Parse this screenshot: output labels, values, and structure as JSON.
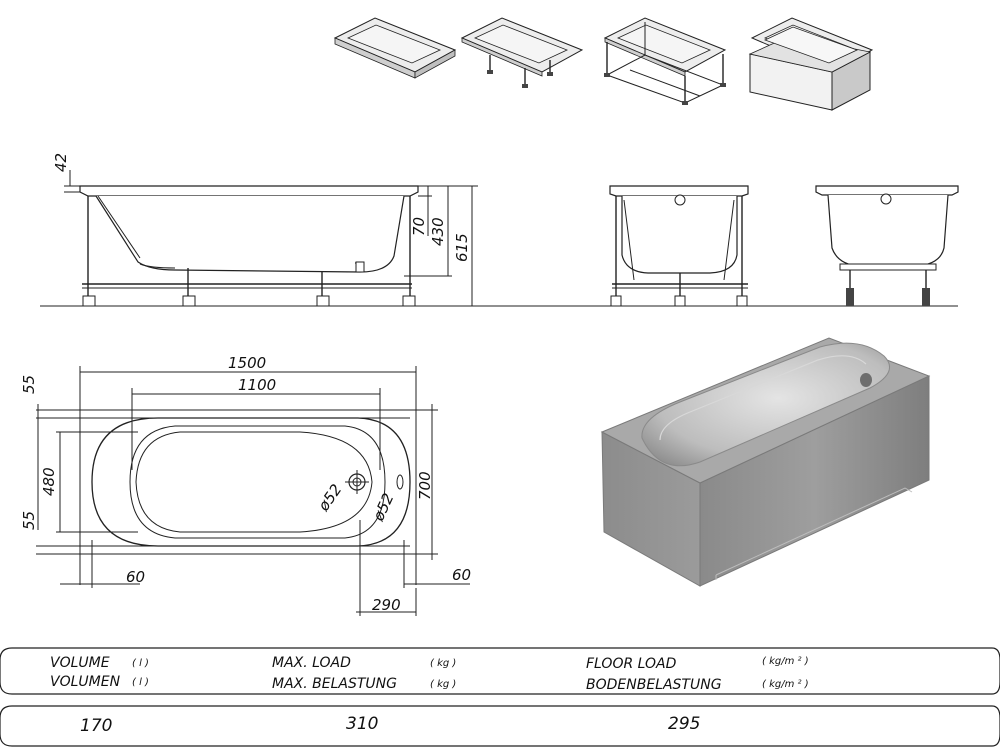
{
  "dimensions": {
    "side_top_rim": "42",
    "side_height_rim": "70",
    "side_height_inner": "430",
    "side_height_total": "615",
    "length_total": "1500",
    "length_inner": "1100",
    "width_total": "700",
    "width_inner": "480",
    "edge_top": "55",
    "edge_bottom": "55",
    "offset_left": "60",
    "offset_right": "60",
    "drain_offset": "290",
    "drain_diameter_1": "ø52",
    "drain_diameter_2": "ø52"
  },
  "specs": {
    "volume_label_en": "VOLUME",
    "volume_label_de": "VOLUMEN",
    "volume_unit": "( l )",
    "load_label_en": "MAX. LOAD",
    "load_label_de": "MAX. BELASTUNG",
    "load_unit": "( kg )",
    "floor_label_en": "FLOOR LOAD",
    "floor_label_de": "BODENBELASTUNG",
    "floor_unit": "( kg/m ² )",
    "volume_value": "170",
    "load_value": "310",
    "floor_value": "295"
  }
}
